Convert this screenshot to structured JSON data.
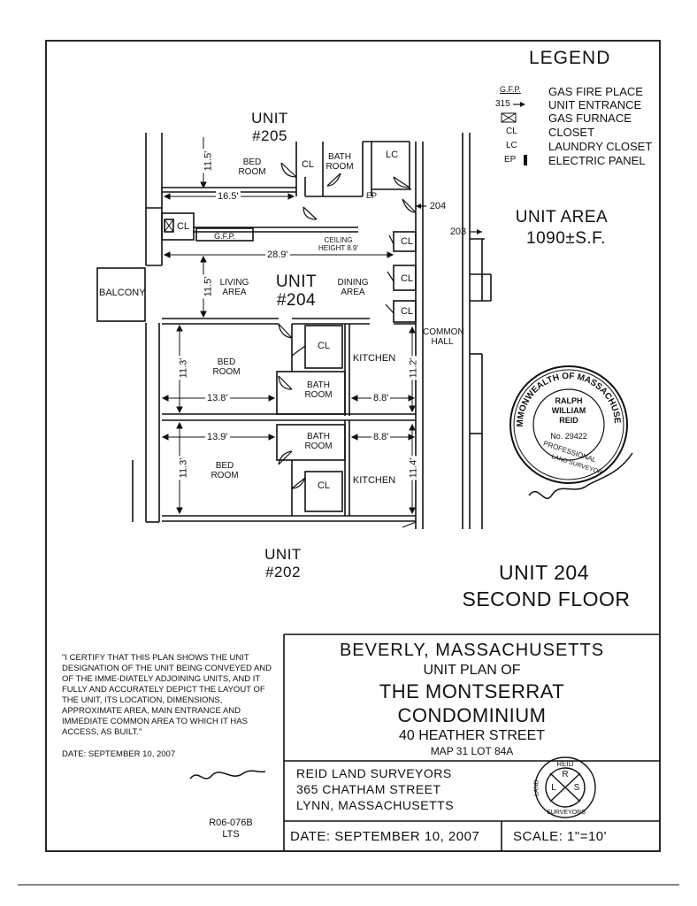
{
  "legend": {
    "title": "LEGEND",
    "items": [
      {
        "symbol": "G.F.P.",
        "label": "GAS FIRE PLACE"
      },
      {
        "symbol": "315",
        "label": "UNIT ENTRANCE"
      },
      {
        "symbol": "furnace-box-icon",
        "label": "GAS FURNACE"
      },
      {
        "symbol": "CL",
        "label": "CLOSET"
      },
      {
        "symbol": "LC",
        "label": "LAUNDRY CLOSET"
      },
      {
        "symbol": "EP",
        "label": "ELECTRIC PANEL"
      }
    ]
  },
  "unit_area": {
    "line1": "UNIT AREA",
    "line2": "1090±S.F."
  },
  "plan": {
    "unit_205": {
      "line1": "UNIT",
      "line2": "#205"
    },
    "unit_204": {
      "line1": "UNIT",
      "line2": "#204"
    },
    "unit_202": {
      "line1": "UNIT",
      "line2": "#202"
    },
    "rooms": {
      "bed_room_top": "BED ROOM",
      "bath_room_top": "BATH ROOM",
      "lc": "LC",
      "ep": "EP",
      "cl": "CL",
      "balcony": "BALCONY",
      "gfp": "G.F.P.",
      "ceiling": "CEILING HEIGHT 8.9'",
      "living_area": "LIVING AREA",
      "dining_area": "DINING AREA",
      "common_hall": "COMMON HALL",
      "bed_room_mid": "BED ROOM",
      "bath_room_mid": "BATH ROOM",
      "kitchen_mid": "KITCHEN",
      "bath_room_low": "BATH ROOM",
      "bed_room_low": "BED ROOM",
      "kitchen_low": "KITCHEN"
    },
    "entrances": {
      "e204": "204",
      "e203": "203"
    },
    "dimensions": {
      "d115a": "11.5'",
      "d165": "16.5'",
      "d289": "28.9'",
      "d115b": "11.5'",
      "d113a": "11.3'",
      "d138": "13.8'",
      "d88a": "8.8'",
      "d112": "11.2'",
      "d139": "13.9'",
      "d88b": "8.8'",
      "d113b": "11.3'",
      "d114": "11.4'"
    }
  },
  "seal": {
    "ring_text": "COMMONWEALTH OF MASSACHUSETTS",
    "name1": "RALPH",
    "name2": "WILLIAM",
    "name3": "REID",
    "number": "No. 29422",
    "bottom1": "PROFESSIONAL",
    "bottom2": "LAND SURVEYOR"
  },
  "floor_title": {
    "line1": "UNIT 204",
    "line2": "SECOND FLOOR"
  },
  "certification": {
    "text": "\"I CERTIFY THAT THIS PLAN SHOWS THE UNIT DESIGNATION OF THE UNIT BEING CONVEYED AND OF THE IMME-DIATELY ADJOINING UNITS, AND IT FULLY AND ACCURATELY DEPICT THE LAYOUT OF THE UNIT, ITS LOCATION, DIMENSIONS, APPROXIMATE AREA, MAIN ENTRANCE AND IMMEDIATE COMMON AREA TO WHICH IT HAS ACCESS, AS BUILT.\"",
    "date": "DATE: SEPTEMBER 10, 2007"
  },
  "drawing_ref": {
    "line1": "R06-076B",
    "line2": "LTS"
  },
  "title_block": {
    "location": "BEVERLY, MASSACHUSETTS",
    "subtitle": "UNIT PLAN OF",
    "name1": "THE MONTSERRAT",
    "name2": "CONDOMINIUM",
    "address": "40 HEATHER STREET",
    "map_lot": "MAP 31 LOT 84A"
  },
  "surveyor": {
    "name": "REID LAND SURVEYORS",
    "street": "365 CHATHAM STREET",
    "city": "LYNN, MASSACHUSETTS",
    "logo_top": "REID",
    "logo_bottom": "SURVEYORS",
    "logo_left": "LAND",
    "logo_l": "L",
    "logo_s": "S",
    "logo_r": "R"
  },
  "footer": {
    "date": "DATE: SEPTEMBER 10, 2007",
    "scale": "SCALE: 1\"=10'"
  }
}
